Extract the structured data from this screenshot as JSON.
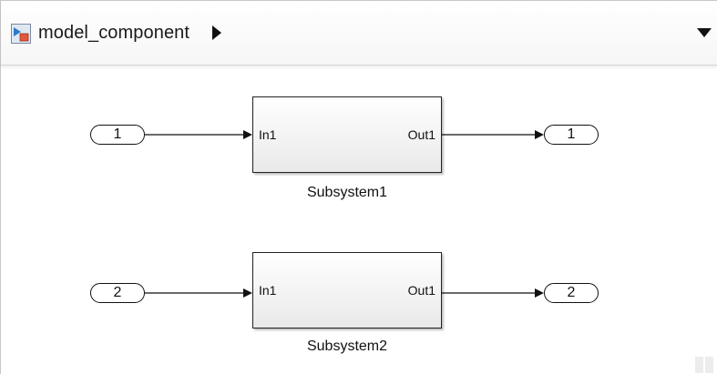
{
  "address_bar": {
    "model_name": "model_component",
    "icon": "simulink-model-icon",
    "breadcrumb_icon": "breadcrumb-arrow-icon",
    "dropdown_icon": "chevron-down-icon"
  },
  "inports": [
    {
      "number": "1"
    },
    {
      "number": "2"
    }
  ],
  "outports": [
    {
      "number": "1"
    },
    {
      "number": "2"
    }
  ],
  "subsystems": [
    {
      "name": "Subsystem1",
      "in_label": "In1",
      "out_label": "Out1"
    },
    {
      "name": "Subsystem2",
      "in_label": "In1",
      "out_label": "Out1"
    }
  ],
  "colors": {
    "line": "#111111",
    "block_fill_top": "#ffffff",
    "block_fill_bottom": "#e9e9e9"
  }
}
